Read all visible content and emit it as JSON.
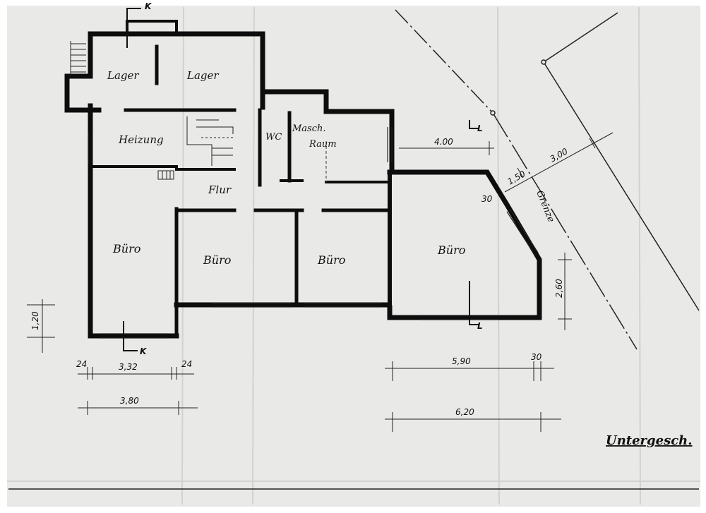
{
  "rooms": {
    "lager_left": "Lager",
    "lager_right": "Lager",
    "heizung": "Heizung",
    "wc": "WC",
    "masch_raum_line1": "Masch.",
    "masch_raum_line2": "Raum",
    "flur": "Flur",
    "buero_1": "Büro",
    "buero_2": "Büro",
    "buero_3": "Büro",
    "buero_4": "Büro"
  },
  "section_marks": {
    "k_top": "K",
    "k_bottom": "K",
    "l_top": "L",
    "l_bottom": "L"
  },
  "dimensions": {
    "d_24_left": "24",
    "d_332": "3,32",
    "d_24_right": "24",
    "d_380": "3,80",
    "d_120": "1,20",
    "d_590": "5,90",
    "d_30_right": "30",
    "d_620": "6,20",
    "d_400": "4.00",
    "d_150": "1,50",
    "d_300": "3,00",
    "d_30_corner": "30",
    "d_260": "2,60"
  },
  "boundary_label": "Grenze",
  "drawing_title": "Untergesch."
}
